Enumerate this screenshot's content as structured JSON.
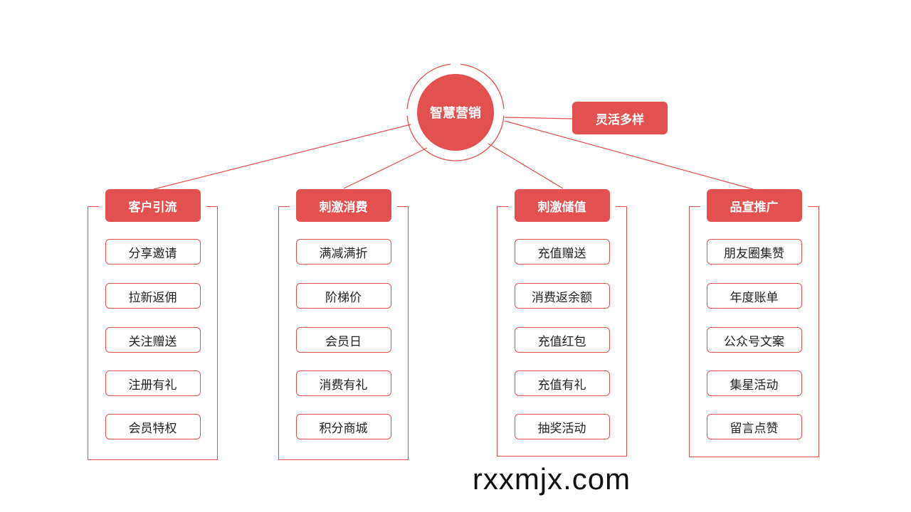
{
  "colors": {
    "accent": "#e35050",
    "line": "#e35050",
    "text": "#222222",
    "white": "#ffffff"
  },
  "center": {
    "label": "智慧营销"
  },
  "side_tag": {
    "label": "灵活多样"
  },
  "categories": [
    {
      "title": "客户引流",
      "items": [
        "分享邀请",
        "拉新返佣",
        "关注赠送",
        "注册有礼",
        "会员特权"
      ]
    },
    {
      "title": "刺激消费",
      "items": [
        "满减满折",
        "阶梯价",
        "会员日",
        "消费有礼",
        "积分商城"
      ]
    },
    {
      "title": "刺激储值",
      "items": [
        "充值赠送",
        "消费返余额",
        "充值红包",
        "充值有礼",
        "抽奖活动"
      ]
    },
    {
      "title": "品宣推广",
      "items": [
        "朋友圈集赞",
        "年度账单",
        "公众号文案",
        "集星活动",
        "留言点赞"
      ]
    }
  ],
  "footer": {
    "watermark": "rxxmjx.com"
  }
}
